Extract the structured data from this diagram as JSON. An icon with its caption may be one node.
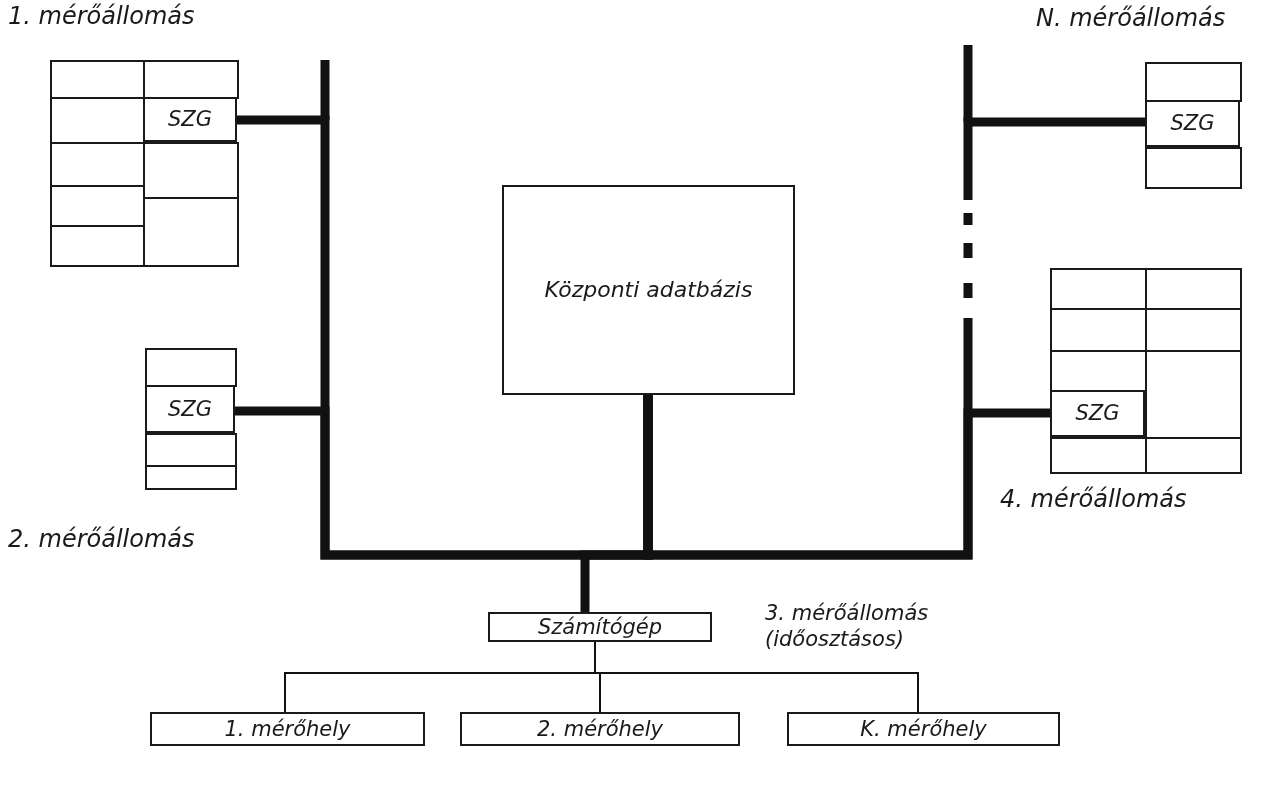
{
  "diagram": {
    "nodes": [
      {
        "text": [
          "1. mérőállomás"
        ]
      },
      {
        "text": [
          "SZG"
        ],
        "in": 0
      },
      {
        "text": [
          "N. mérőállomás"
        ]
      },
      {
        "text": [
          "SZG"
        ],
        "in": 2
      },
      {
        "text": [
          "Központi adatbázis"
        ]
      },
      {
        "text": [
          "2. mérőállomás"
        ]
      },
      {
        "text": [
          "SZG"
        ],
        "in": 5
      },
      {
        "text": [
          "4. mérőállomás"
        ]
      },
      {
        "text": [
          "SZG"
        ],
        "in": 7
      },
      {
        "text": [
          "Számítógép"
        ],
        "beside": [
          "3. mérőállomás (időosztásos)"
        ]
      },
      {
        "text": [
          "1. mérőhely"
        ]
      },
      {
        "text": [
          "2. mérőhely"
        ]
      },
      {
        "text": [
          "K. mérőhely"
        ]
      }
    ],
    "edges": [
      {
        "from": 1,
        "to": 4,
        "arrow": "none"
      },
      {
        "from": 6,
        "to": 4,
        "arrow": "none"
      },
      {
        "from": 3,
        "to": 4,
        "arrow": "none",
        "style": "dashed"
      },
      {
        "from": 8,
        "to": 4,
        "arrow": "none"
      },
      {
        "from": 9,
        "to": 4,
        "arrow": "none"
      },
      {
        "from": 9,
        "to": 10,
        "arrow": "none"
      },
      {
        "from": 9,
        "to": 11,
        "arrow": "none"
      },
      {
        "from": 9,
        "to": 12,
        "arrow": "none"
      }
    ]
  }
}
